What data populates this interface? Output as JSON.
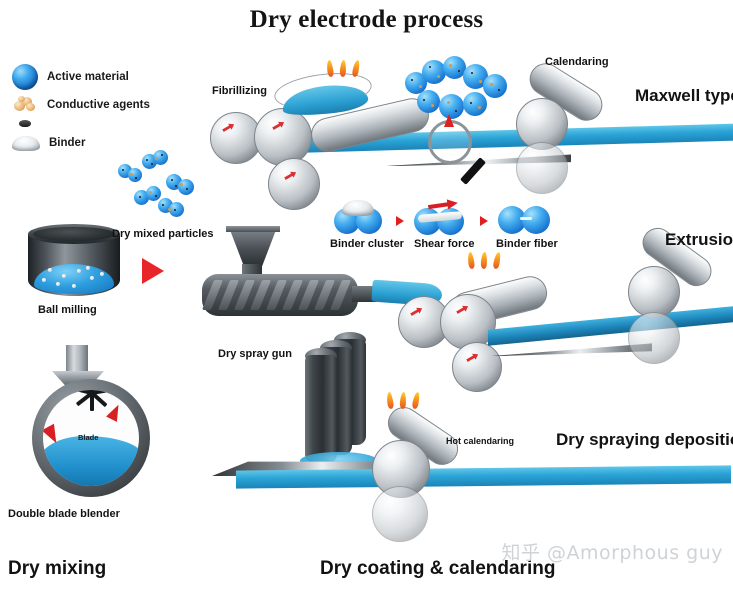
{
  "title": "Dry electrode process",
  "legend": {
    "items": [
      {
        "icon": "blue-sphere-icon",
        "label": "Active material"
      },
      {
        "icon": "conductive-agent-icon",
        "label": "Conductive agents"
      },
      {
        "icon": "binder-powder-icon",
        "label": "Binder"
      }
    ]
  },
  "stages": {
    "dry_mixing": {
      "section_label": "Dry mixing",
      "ball_milling": "Ball milling",
      "dry_mixed_particles": "Dry mixed particles",
      "double_blade_blender": "Double blade blender",
      "blade": "Blade"
    },
    "dry_coating": {
      "section_label": "Dry coating & calendaring"
    }
  },
  "rows": {
    "maxwell": {
      "title": "Maxwell type",
      "fibrillizing": "Fibrillizing",
      "calendaring": "Calendaring"
    },
    "extrusion": {
      "title": "Extrusion",
      "binder_cluster": "Binder cluster",
      "shear_force": "Shear force",
      "binder_fiber": "Binder fiber"
    },
    "spraying": {
      "title": "Dry spraying deposition",
      "dry_spray_gun": "Dry spray gun",
      "hot_calendaring": "Hot calendaring"
    }
  },
  "watermark": "知乎 @Amorphous guy",
  "colors": {
    "active_material_blue": "#1773cf",
    "belt_blue": "#2aa3d6",
    "arrow_red": "#e8262a",
    "flame_orange": "#f79321",
    "roller_gray": "#b9bfc4",
    "text_black": "#121212"
  }
}
